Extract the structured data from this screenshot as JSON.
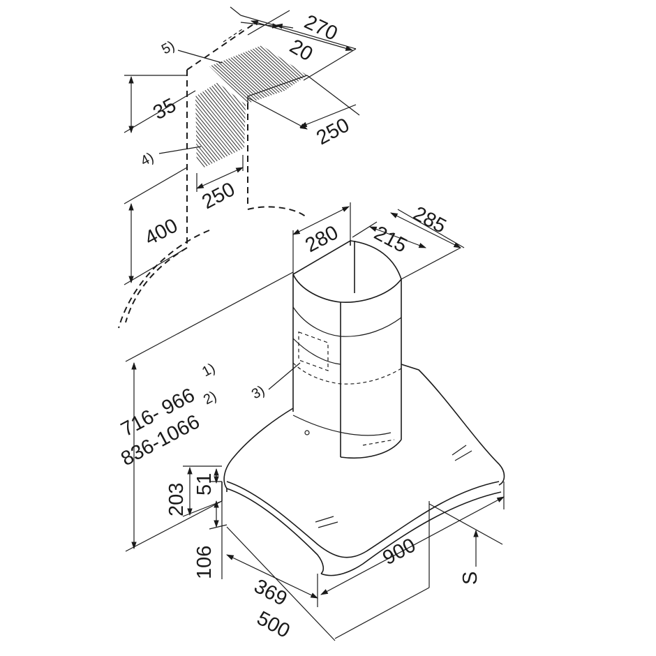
{
  "diagram": {
    "dimensions": {
      "d270": "270",
      "d20": "20",
      "d250_top": "250",
      "d35": "35",
      "d250_mid": "250",
      "d400": "400",
      "d280": "280",
      "d285": "285",
      "d215": "215",
      "range1": "716- 966",
      "range2": "836-1066",
      "d51": "51",
      "d203": "203",
      "d106": "106",
      "d369": "369",
      "d900": "900",
      "d500": "500",
      "s": "S"
    },
    "footnotes": {
      "f1": "1)",
      "f2": "2)"
    },
    "references": {
      "r3": "3)",
      "r4": "4)",
      "r5": "5)"
    }
  }
}
